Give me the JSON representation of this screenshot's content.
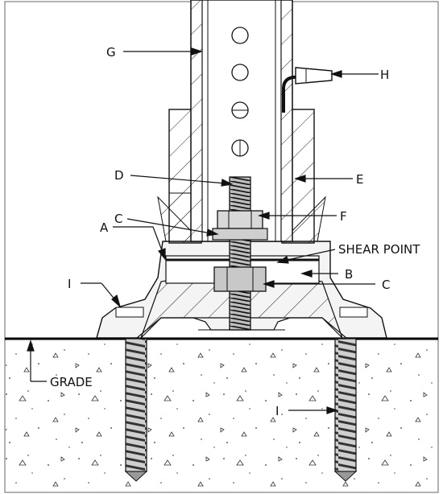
{
  "labels": {
    "g": "G",
    "h": "H",
    "d": "D",
    "e": "E",
    "c_upper": "C",
    "f": "F",
    "a": "A",
    "shear_point": "SHEAR POINT",
    "b": "B",
    "i_left": "I",
    "c_lower": "C",
    "grade": "GRADE",
    "i_right": "I"
  }
}
